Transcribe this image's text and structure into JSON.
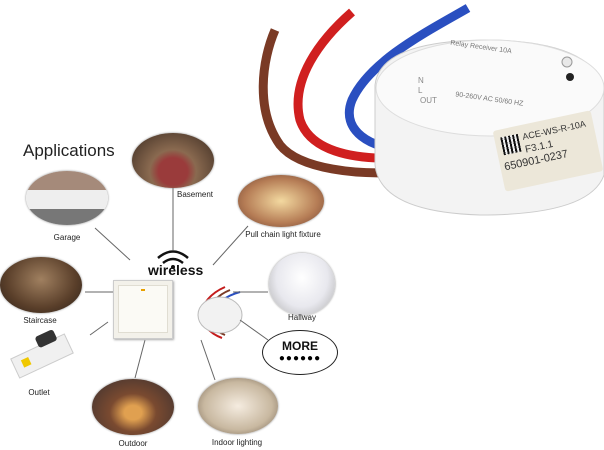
{
  "applications": {
    "title": "Applications",
    "items": [
      {
        "label": "Basement"
      },
      {
        "label": "Garage"
      },
      {
        "label": "Pull chain light fixture"
      },
      {
        "label": "Staircase"
      },
      {
        "label": "Hallway"
      },
      {
        "label": "Outlet"
      },
      {
        "label": "Outdoor"
      },
      {
        "label": "Indoor lighting"
      }
    ],
    "more": "MORE",
    "wireless": "wireless"
  },
  "product_label": {
    "model": "ACE-WS-R-10A",
    "version": "F3.1.1",
    "serial": "650901-0237",
    "header": "Relay Receiver 10A",
    "terminals": [
      "N",
      "L",
      "OUT"
    ],
    "rating": "90-260V AC 50/60 HZ"
  },
  "colors": {
    "wire_brown": "#7a3a25",
    "wire_red": "#d01f1f",
    "wire_blue": "#2a4fc0"
  }
}
